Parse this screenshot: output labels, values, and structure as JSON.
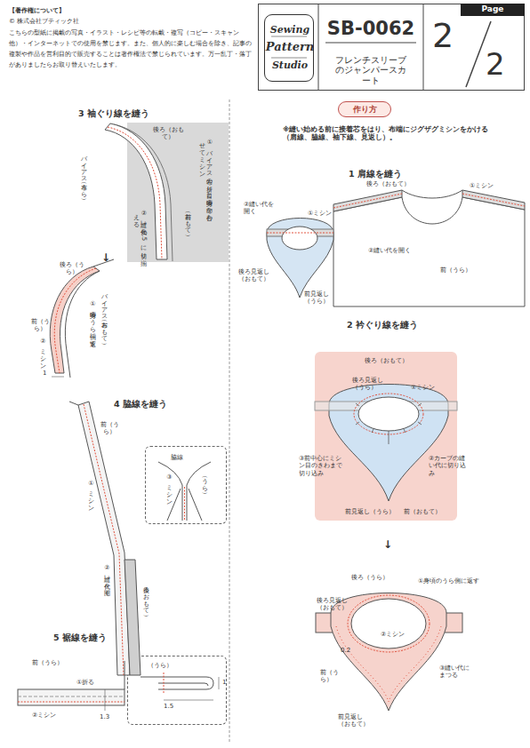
{
  "diagram": {
    "nodes": [
      {
        "text": [
          "Sewing",
          "Pattern",
          "Studio"
        ]
      },
      {
        "text": [
          "SB-0062",
          "フレンチスリーブのジャンパースカート"
        ]
      },
      {
        "text": [
          "Page",
          "2",
          "2"
        ]
      },
      {
        "text": [
          "作り方"
        ]
      },
      {
        "text": [
          "後ろ（おもて）",
          "①バイアス布の折り目と身頃の印を合わせてミシン",
          "②縫い代を0.5に切り揃える",
          "前（おもて）"
        ]
      },
      {
        "text": [
          "脇線",
          "③ミシン",
          "（うら）"
        ]
      },
      {
        "text": [
          "（うら）",
          "1",
          "1.5"
        ]
      },
      {
        "text": [
          "後ろ（おもて）",
          "後ろ見返し（うら）",
          "①ミシン",
          "③前中心にミシン目のきわまで切り込み",
          "②カーブの縫い代に切り込み",
          "前見返し（うら）",
          "前（おもて）"
        ]
      }
    ],
    "labels": [
      "【著作権について】",
      "© 株式会社ブティック社",
      "こちらの型紙に掲載の写真・イラスト・レシピ等の転載・複写（コピー・スキャン他）・インターネットでの使用を禁じます。また、個人的に楽しむ場合を除き、記事の複製や作品を営利目的で販売することは著作権法で禁じられています。万一乱丁・落丁がありましたらお取り替えいたします。",
      "3 袖ぐり線を縫う",
      "バイアス布（うら）",
      "↓",
      "後ろ（うら）",
      "①身頃のうら側に返す",
      "バイアス布（おもて）",
      "前（うら）",
      "②ミシン",
      "1",
      "4 脇線を縫う",
      "前（うら）",
      "①ミシン",
      "②縫い代を開く",
      "後ろ（おもて）",
      "5 裾線を縫う",
      "前（うら）",
      "①折る",
      "②ミシン",
      "1.3",
      "※縫い始める前に接着芯をはり、布端にジグザグミシンをかける（肩線、脇線、袖下線、見返し）。",
      "1 肩線を縫う",
      "後ろ（おもて）",
      "①ミシン",
      "②縫い代を開く",
      "①ミシン",
      "②縫い代を開く",
      "後ろ見返し（おもて）",
      "前見返し（うら）",
      "前（うら）",
      "2 衿ぐり線を縫う",
      "↓",
      "後ろ（うら）",
      "①身頃のうら側に返す",
      "後ろ見返し（おもて）",
      "②ミシン",
      "0.2",
      "前（うら）",
      "③縫い代にまつる",
      "前見返し（おもて）"
    ]
  }
}
